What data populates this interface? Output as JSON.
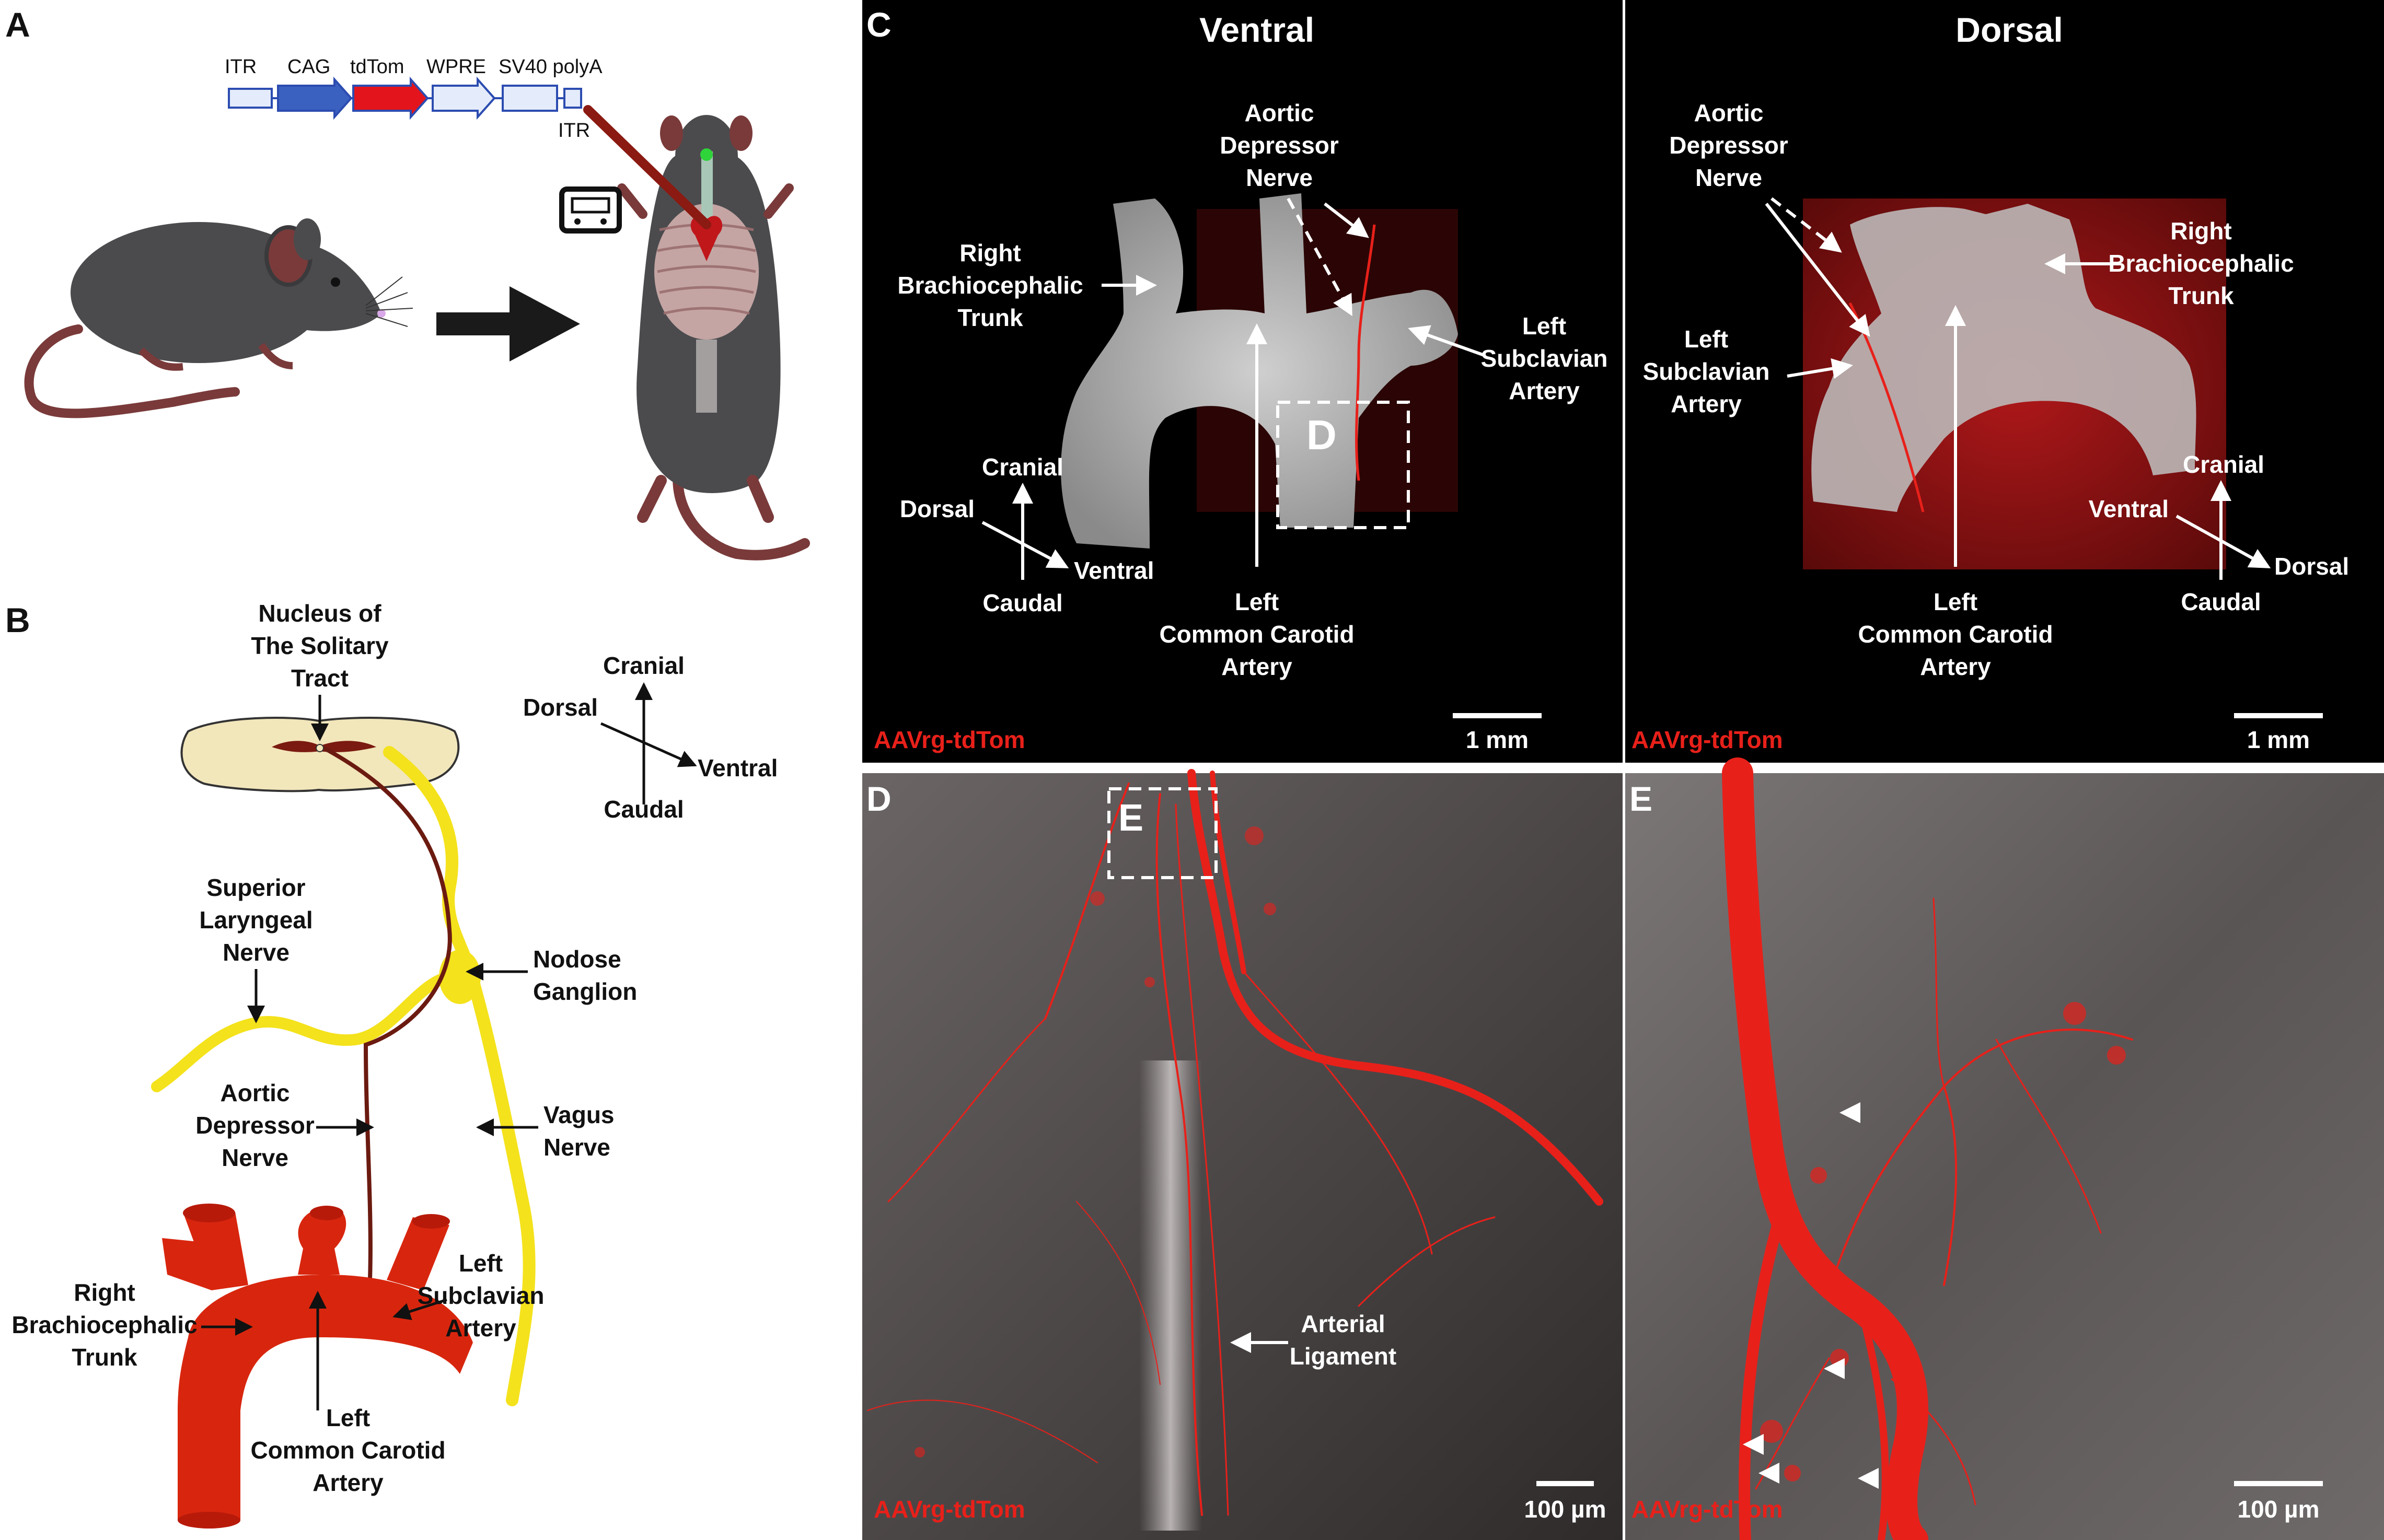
{
  "panel_letters": {
    "a": "A",
    "b": "B",
    "c": "C",
    "d": "D",
    "e": "E",
    "inset_d": "D",
    "inset_e": "E"
  },
  "panel_a": {
    "vector_elements": [
      "ITR",
      "CAG",
      "tdTom",
      "WPRE",
      "SV40 polyA",
      "ITR"
    ],
    "colors": {
      "cag": "#3a60c0",
      "tdtom": "#e3141c",
      "outline": "#2c4cb0",
      "mouse": "#4b4b4e",
      "tail": "#7a3a3a",
      "arrow": "#1a1a1a"
    }
  },
  "panel_b": {
    "nts": [
      "Nucleus of",
      "The Solitary",
      "Tract"
    ],
    "compass": {
      "cranial": "Cranial",
      "dorsal": "Dorsal",
      "ventral": "Ventral",
      "caudal": "Caudal"
    },
    "sln": [
      "Superior",
      "Laryngeal",
      "Nerve"
    ],
    "nodose": [
      "Nodose",
      "Ganglion"
    ],
    "adn": [
      "Aortic",
      "Depressor",
      "Nerve"
    ],
    "vagus": [
      "Vagus",
      "Nerve"
    ],
    "rbt": [
      "Right",
      "Brachiocephalic",
      "Trunk"
    ],
    "lsa": [
      "Left",
      "Subclavian",
      "Artery"
    ],
    "lcca": [
      "Left",
      "Common Carotid",
      "Artery"
    ],
    "colors": {
      "nerve": "#f4e21c",
      "vessel": "#d8260e",
      "adn": "#6b1a10",
      "brainstem": "#f2e6bb"
    }
  },
  "panel_c": {
    "ventral_title": "Ventral",
    "dorsal_title": "Dorsal",
    "adn": [
      "Aortic",
      "Depressor",
      "Nerve"
    ],
    "rbt": [
      "Right",
      "Brachiocephalic",
      "Trunk"
    ],
    "lsa": [
      "Left",
      "Subclavian",
      "Artery"
    ],
    "lcca": [
      "Left",
      "Common Carotid",
      "Artery"
    ],
    "cranial": "Cranial",
    "dorsal": "Dorsal",
    "ventral": "Ventral",
    "caudal": "Caudal",
    "scale": "1 mm",
    "tag": "AAVrg-tdTom"
  },
  "panel_d": {
    "ligament": [
      "Arterial",
      "Ligament"
    ],
    "scale": "100 µm",
    "tag": "AAVrg-tdTom"
  },
  "panel_e": {
    "scale": "100 µm",
    "tag": "AAVrg-tdTom"
  }
}
